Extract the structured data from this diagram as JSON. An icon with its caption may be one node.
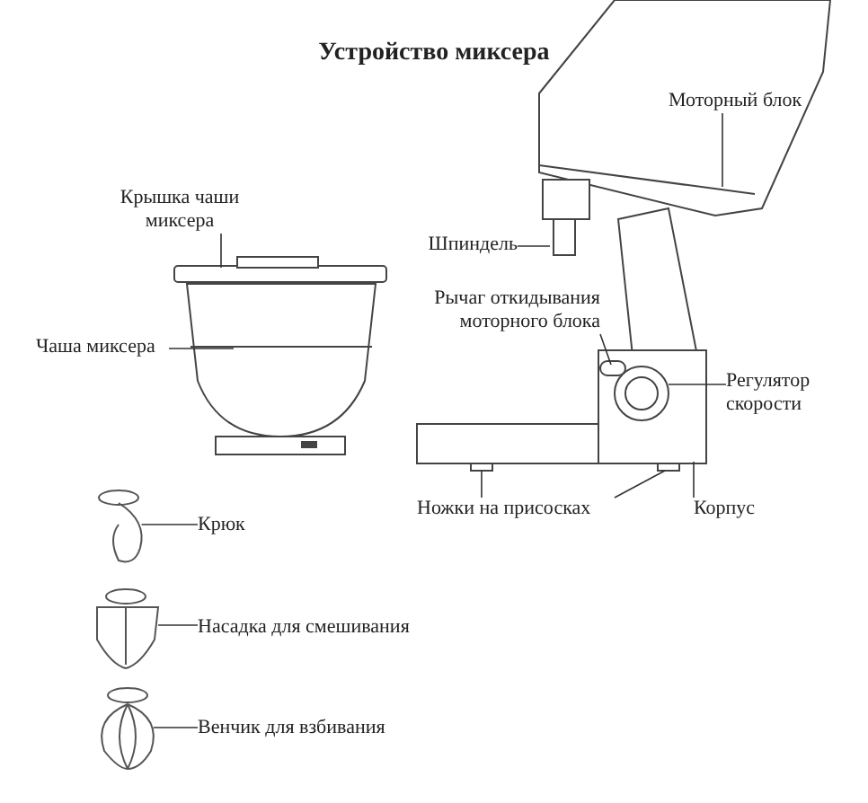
{
  "diagram": {
    "title": "Устройство миксера",
    "nodes": [
      {
        "text": [
          "Моторный блок"
        ]
      },
      {
        "text": [
          "Крышка чаши миксера"
        ]
      },
      {
        "text": [
          "Шпиндель"
        ]
      },
      {
        "text": [
          "Чаша миксера"
        ]
      },
      {
        "text": [
          "Рычаг откидывания моторного блока"
        ]
      },
      {
        "text": [
          "Регулятор скорости"
        ]
      },
      {
        "text": [
          "Ножки на присосках"
        ]
      },
      {
        "text": [
          "Корпус"
        ]
      },
      {
        "text": [
          "Крюк"
        ]
      },
      {
        "text": [
          "Насадка для смешивания"
        ]
      },
      {
        "text": [
          "Венчик для взбивания"
        ]
      },
      {
        "text": [],
        "shape": "picture"
      },
      {
        "text": [],
        "shape": "picture"
      },
      {
        "text": [],
        "shape": "picture"
      }
    ],
    "edges": [
      {
        "from": 0,
        "to": null,
        "arrow": "none"
      },
      {
        "from": 1,
        "to": null,
        "arrow": "none"
      },
      {
        "from": 2,
        "to": null,
        "arrow": "none"
      },
      {
        "from": 3,
        "to": null,
        "arrow": "none"
      },
      {
        "from": 4,
        "to": null,
        "arrow": "none"
      },
      {
        "from": 5,
        "to": null,
        "arrow": "none"
      },
      {
        "from": 6,
        "to": null,
        "arrow": "none"
      },
      {
        "from": 6,
        "to": null,
        "arrow": "none"
      },
      {
        "from": 7,
        "to": null,
        "arrow": "none"
      },
      {
        "from": 8,
        "to": 11,
        "arrow": "none"
      },
      {
        "from": 9,
        "to": 12,
        "arrow": "none"
      },
      {
        "from": 10,
        "to": 13,
        "arrow": "none"
      }
    ]
  }
}
